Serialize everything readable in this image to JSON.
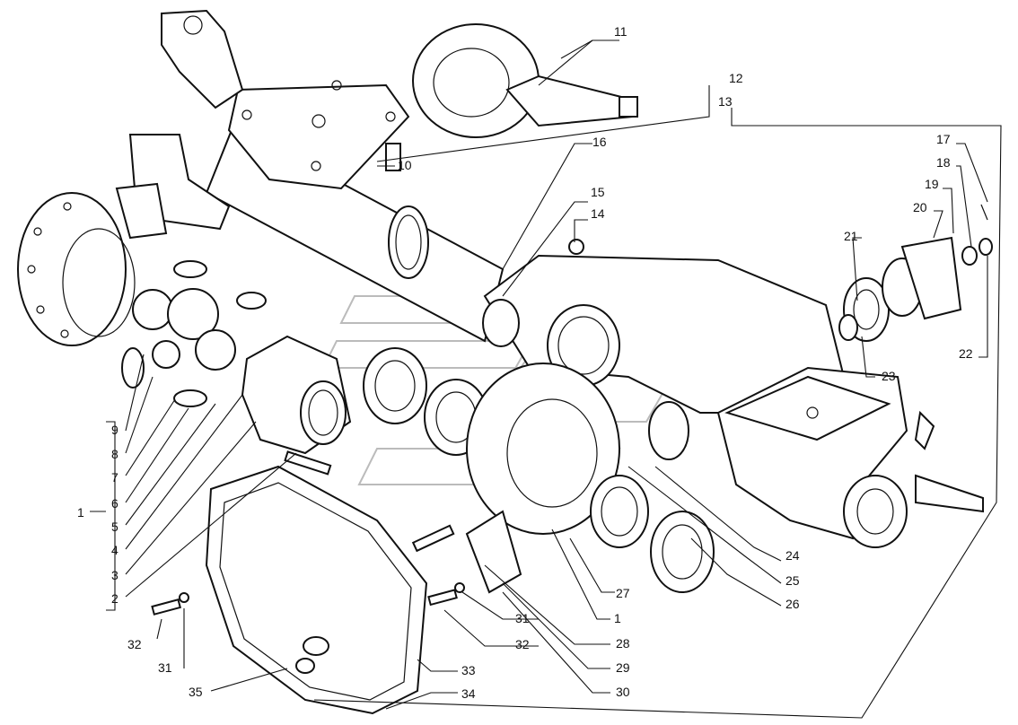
{
  "diagram": {
    "callouts": [
      {
        "id": "1",
        "text": "1"
      },
      {
        "id": "1b",
        "text": "1"
      },
      {
        "id": "2",
        "text": "2"
      },
      {
        "id": "3",
        "text": "3"
      },
      {
        "id": "4",
        "text": "4"
      },
      {
        "id": "5",
        "text": "5"
      },
      {
        "id": "6",
        "text": "6"
      },
      {
        "id": "7",
        "text": "7"
      },
      {
        "id": "8",
        "text": "8"
      },
      {
        "id": "9",
        "text": "9"
      },
      {
        "id": "10",
        "text": "10"
      },
      {
        "id": "11",
        "text": "11"
      },
      {
        "id": "12",
        "text": "12"
      },
      {
        "id": "13",
        "text": "13"
      },
      {
        "id": "14",
        "text": "14"
      },
      {
        "id": "15",
        "text": "15"
      },
      {
        "id": "16",
        "text": "16"
      },
      {
        "id": "17",
        "text": "17"
      },
      {
        "id": "18",
        "text": "18"
      },
      {
        "id": "19",
        "text": "19"
      },
      {
        "id": "20",
        "text": "20"
      },
      {
        "id": "21",
        "text": "21"
      },
      {
        "id": "22",
        "text": "22"
      },
      {
        "id": "23",
        "text": "23"
      },
      {
        "id": "24",
        "text": "24"
      },
      {
        "id": "25",
        "text": "25"
      },
      {
        "id": "26",
        "text": "26"
      },
      {
        "id": "27",
        "text": "27"
      },
      {
        "id": "28",
        "text": "28"
      },
      {
        "id": "29",
        "text": "29"
      },
      {
        "id": "30",
        "text": "30"
      },
      {
        "id": "31",
        "text": "31"
      },
      {
        "id": "31b",
        "text": "31"
      },
      {
        "id": "32",
        "text": "32"
      },
      {
        "id": "32b",
        "text": "32"
      },
      {
        "id": "33",
        "text": "33"
      },
      {
        "id": "34",
        "text": "34"
      },
      {
        "id": "35",
        "text": "35"
      }
    ]
  }
}
